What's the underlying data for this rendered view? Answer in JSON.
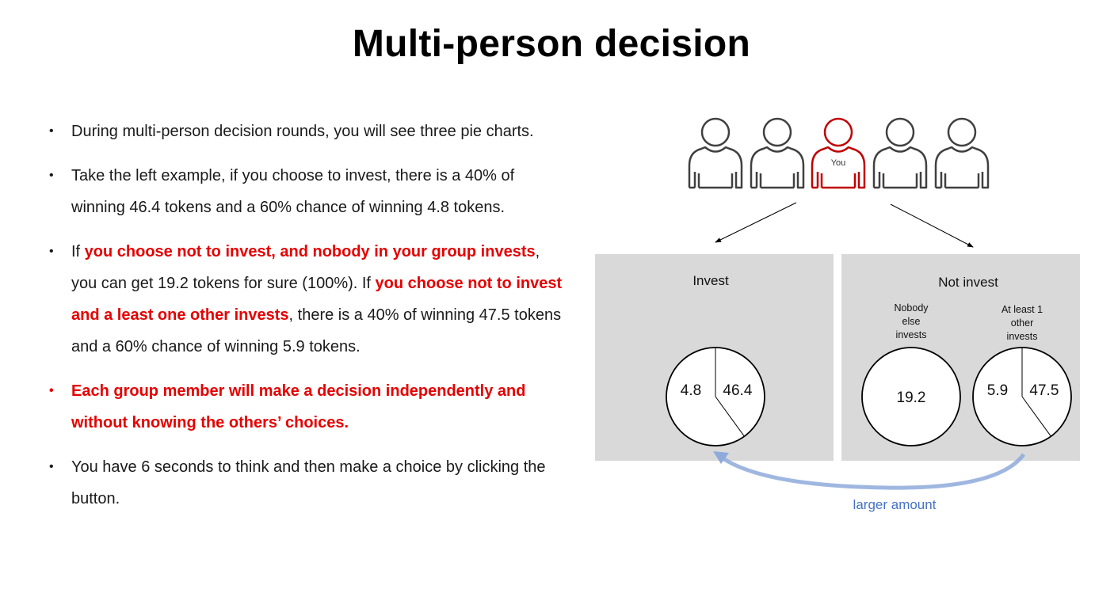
{
  "title": "Multi-person decision",
  "bullets": [
    {
      "id": "bullet-pie-charts",
      "segments": [
        {
          "text": "During multi-person decision rounds, you will see three pie charts.",
          "red": false
        }
      ]
    },
    {
      "id": "bullet-invest-example",
      "segments": [
        {
          "text": "Take the left example, if you choose to invest, there is a 40% of winning 46.4 tokens and a 60% chance of winning 4.8 tokens.",
          "red": false
        }
      ]
    },
    {
      "id": "bullet-not-invest",
      "segments": [
        {
          "text": "If ",
          "red": false
        },
        {
          "text": "you choose not to invest, and nobody in your group invests",
          "red": true
        },
        {
          "text": ", you can get 19.2 tokens for sure (100%). If ",
          "red": false
        },
        {
          "text": "you choose not to invest and a least one other invests",
          "red": true
        },
        {
          "text": ", there is a 40% of winning 47.5 tokens and a 60% chance of winning 5.9 tokens.",
          "red": false
        }
      ]
    },
    {
      "id": "bullet-independent",
      "alert": true,
      "segments": [
        {
          "text": "Each group member will make a decision independently and without knowing the others’ choices.",
          "red": true
        }
      ]
    },
    {
      "id": "bullet-timer",
      "segments": [
        {
          "text": "You have 6 seconds to think and then make a choice by clicking the button.",
          "red": false
        }
      ]
    }
  ],
  "diagram": {
    "you_label": "You",
    "invest_title": "Invest",
    "not_invest_title": "Not invest",
    "nobody_label": "Nobody\nelse\ninvests",
    "atleast_label": "At least 1\nother\ninvests",
    "arrow_label": "larger amount",
    "pies": {
      "invest": {
        "slices": [
          {
            "value": 4.8,
            "share": 0.6
          },
          {
            "value": 46.4,
            "share": 0.4
          }
        ]
      },
      "nobody": {
        "slices": [
          {
            "value": 19.2,
            "share": 1.0
          }
        ]
      },
      "atleast": {
        "slices": [
          {
            "value": 5.9,
            "share": 0.6
          },
          {
            "value": 47.5,
            "share": 0.4
          }
        ]
      }
    },
    "colors": {
      "person": "#404040",
      "you": "#c00000",
      "panel": "#d9d9d9",
      "arrow": "#8eaadb",
      "arrow_label": "#4472c4",
      "bullet_red": "#e60000"
    }
  }
}
